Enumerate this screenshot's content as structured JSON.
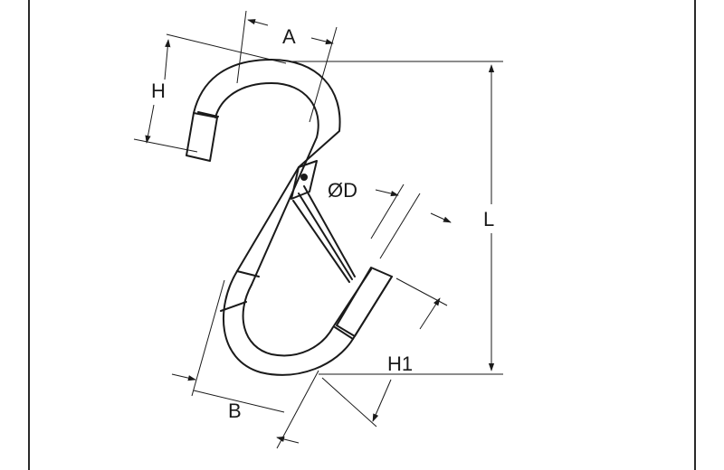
{
  "diagram": {
    "labels": {
      "A": "A",
      "H": "H",
      "D": "ØD",
      "L": "L",
      "H1": "H1",
      "B": "B"
    },
    "colors": {
      "line": "#1a1a1a",
      "frame": "#2a2a2a",
      "background": "#ffffff"
    }
  }
}
